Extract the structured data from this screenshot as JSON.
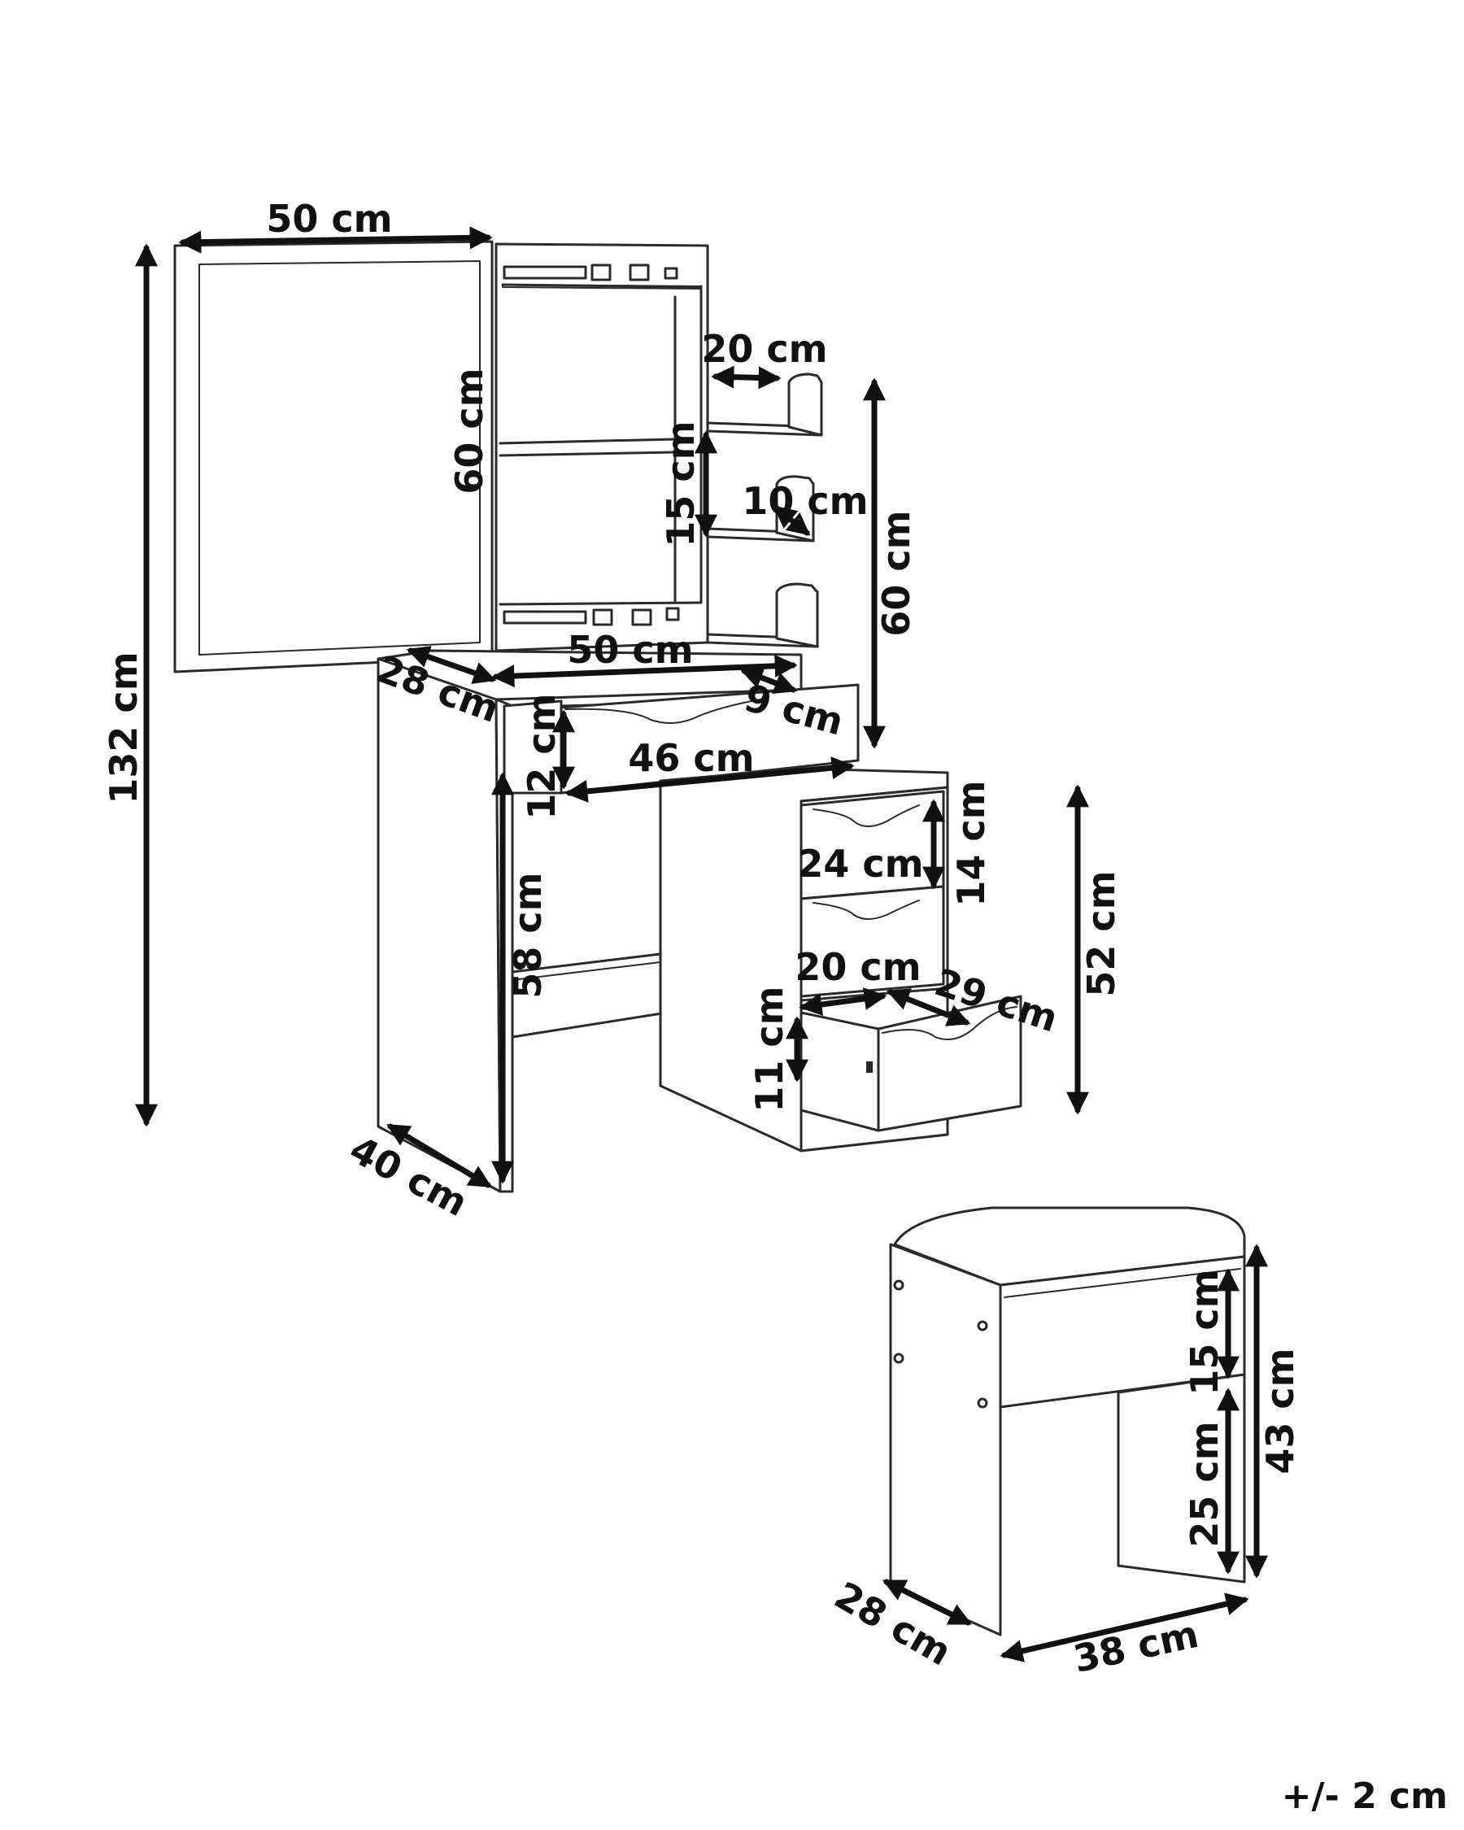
{
  "dimensions": {
    "total_height": "132 cm",
    "mirror_width": "50 cm",
    "mirror_height": "60 cm",
    "shelf_width": "20 cm",
    "shelf_spacing": "15 cm",
    "shelf_depth": "10 cm",
    "cabinet_height": "60 cm",
    "top_width": "50 cm",
    "top_depth": "28 cm",
    "drawer_depth": "9 cm",
    "drawer_width": "46 cm",
    "drawer_height": "12 cm",
    "legroom_height": "58 cm",
    "desk_depth": "40 cm",
    "small_drawer_width": "24 cm",
    "small_drawer_height": "14 cm",
    "lower_drawer_width": "20 cm",
    "lower_drawer_depth": "29 cm",
    "lower_drawer_height": "11 cm",
    "cabinet_side_height": "52 cm",
    "stool_seat_height": "15 cm",
    "stool_leg_height": "25 cm",
    "stool_height": "43 cm",
    "stool_depth": "28 cm",
    "stool_width": "38 cm"
  },
  "tolerance": "+/- 2 cm"
}
